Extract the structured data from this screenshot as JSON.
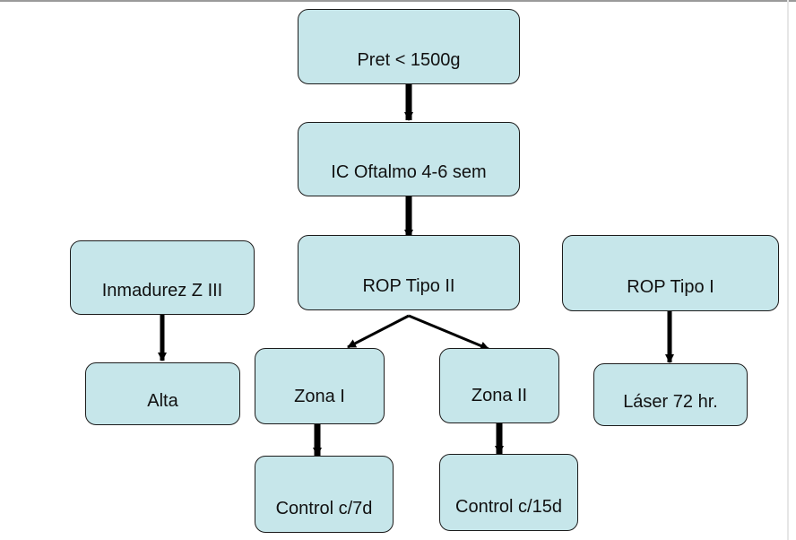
{
  "diagram": {
    "colors": {
      "node_fill": "#c6e6ea",
      "node_border": "#1c1c1c",
      "connector": "#000000"
    },
    "nodes": {
      "pret": "Pret < 1500g",
      "ic_oftalmo": "IC Oftalmo 4-6 sem",
      "rop_tipo_ii": "ROP Tipo II",
      "inmadurez": "Inmadurez Z III",
      "rop_tipo_i": "ROP Tipo I",
      "alta": "Alta",
      "zona_i": "Zona I",
      "zona_ii": "Zona II",
      "laser": "Láser 72 hr.",
      "control_7d": "Control c/7d",
      "control_15d": "Control c/15d"
    },
    "edges": [
      {
        "from": "pret",
        "to": "ic_oftalmo"
      },
      {
        "from": "ic_oftalmo",
        "to": "rop_tipo_ii"
      },
      {
        "from": "inmadurez",
        "to": "alta"
      },
      {
        "from": "rop_tipo_ii",
        "to": "zona_i"
      },
      {
        "from": "rop_tipo_ii",
        "to": "zona_ii"
      },
      {
        "from": "rop_tipo_i",
        "to": "laser"
      },
      {
        "from": "zona_i",
        "to": "control_7d"
      },
      {
        "from": "zona_ii",
        "to": "control_15d"
      }
    ]
  }
}
